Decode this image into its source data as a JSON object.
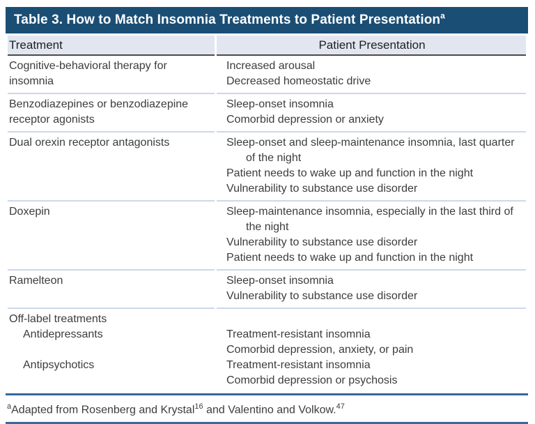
{
  "colors": {
    "title_bar_bg": "#1b4e74",
    "title_text": "#ffffff",
    "header_row_bg": "#e2e6f1",
    "header_underline": "#4a4a4a",
    "row_separator": "#ccd8ea",
    "footnote_rule": "#36689a",
    "body_text": "#3c3c3c"
  },
  "table": {
    "title": "Table 3. How to Match Insomnia Treatments to Patient Presentation",
    "title_superscript": "a",
    "columns": [
      "Treatment",
      "Patient Presentation"
    ],
    "rows": [
      {
        "treatment": "Cognitive-behavioral therapy for insomnia",
        "presentations": [
          "Increased arousal",
          "Decreased homeostatic drive"
        ]
      },
      {
        "treatment": "Benzodiazepines or benzodiazepine receptor agonists",
        "presentations": [
          "Sleep-onset insomnia",
          "Comorbid depression or anxiety"
        ]
      },
      {
        "treatment": "Dual orexin receptor antagonists",
        "presentations": [
          "Sleep-onset and sleep-maintenance insomnia, last quarter of the night",
          "Patient needs to wake up and function in the night",
          "Vulnerability to substance use disorder"
        ]
      },
      {
        "treatment": "Doxepin",
        "presentations": [
          "Sleep-maintenance insomnia, especially in the last third of the night",
          "Vulnerability to substance use disorder",
          "Patient needs to wake up and function in the night"
        ]
      },
      {
        "treatment": "Ramelteon",
        "presentations": [
          "Sleep-onset insomnia",
          "Vulnerability to substance use disorder"
        ]
      },
      {
        "group_label": "Off-label treatments",
        "sub_rows": [
          {
            "treatment": "Antidepressants",
            "presentations": [
              "Treatment-resistant insomnia",
              "Comorbid depression, anxiety, or pain"
            ]
          },
          {
            "treatment": "Antipsychotics",
            "presentations": [
              "Treatment-resistant insomnia",
              "Comorbid depression or psychosis"
            ]
          }
        ]
      }
    ],
    "footnote": {
      "marker": "a",
      "part1": "Adapted from Rosenberg and Krystal",
      "ref1": "16",
      "part2": " and Valentino and Volkow.",
      "ref2": "47"
    }
  }
}
